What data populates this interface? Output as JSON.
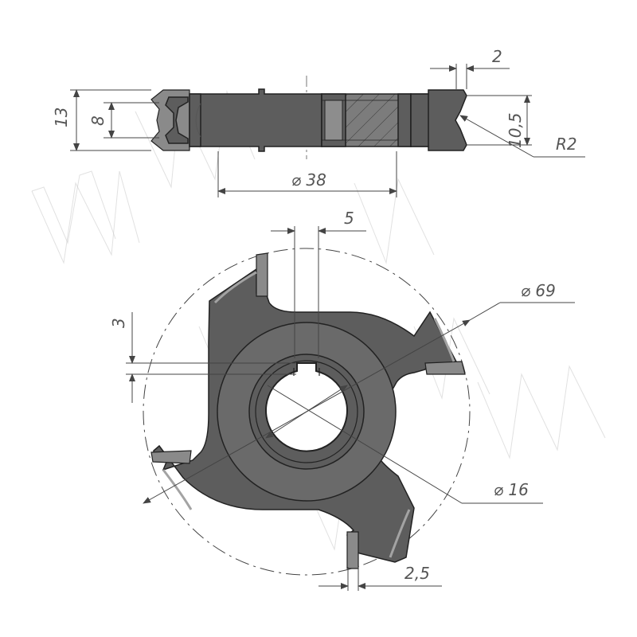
{
  "drawing": {
    "watermark": "MM",
    "colors": {
      "body": "#5d5d5d",
      "body_light": "#8a8a8a",
      "outline": "#222222",
      "dimension": "#555555"
    }
  },
  "dimensions": {
    "side_view": {
      "groove_width": "2",
      "total_height": "13",
      "inner_height": "8",
      "profile_height": "10,5",
      "radius": "R2",
      "hub_diameter": "⌀ 38"
    },
    "front_view": {
      "keyway_width": "5",
      "outer_diameter": "⌀ 69",
      "keyway_depth": "3",
      "bore_diameter": "⌀ 16",
      "tip_width": "2,5"
    }
  }
}
